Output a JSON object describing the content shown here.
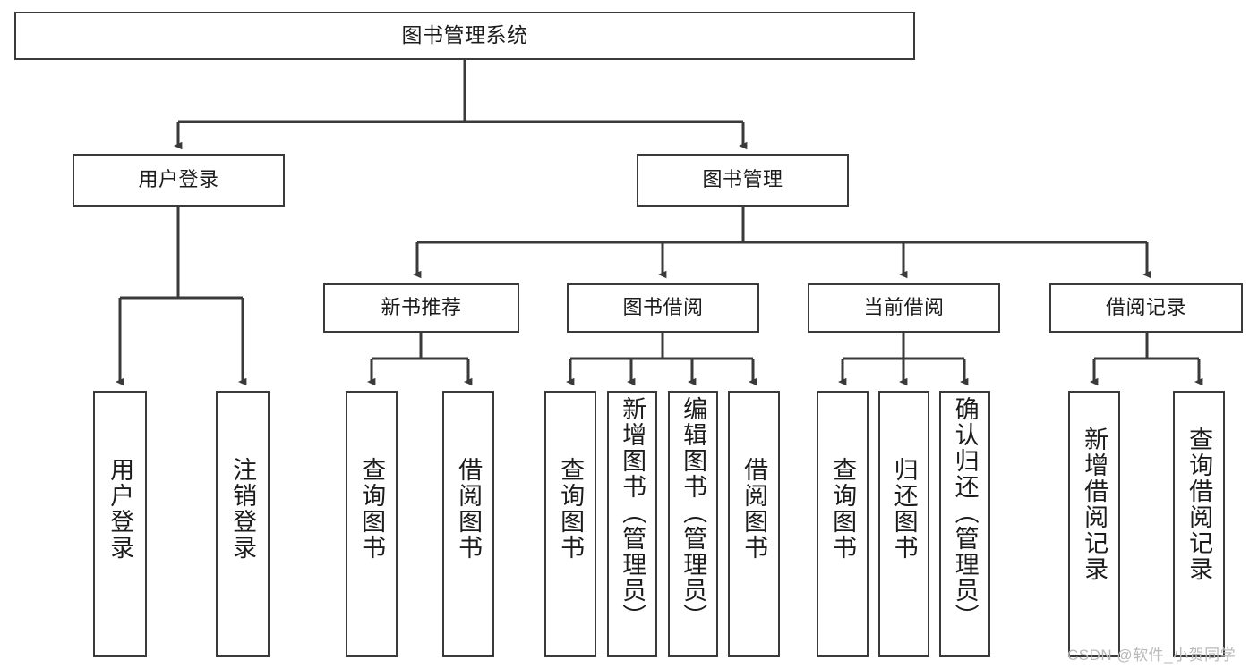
{
  "diagram": {
    "title": "图书管理系统",
    "type": "hierarchy-tree",
    "watermark": "CSDN @软件_小贺同学",
    "colors": {
      "stroke": "#3a3a3a",
      "box_fill": "#ffffff",
      "text": "#1c1c1c",
      "background": "#ffffff",
      "watermark": "#b9b9b9"
    },
    "levels": {
      "root": {
        "label": "图书管理系统"
      },
      "level2": [
        {
          "label": "用户登录"
        },
        {
          "label": "图书管理"
        }
      ],
      "level3": [
        {
          "label": "新书推荐"
        },
        {
          "label": "图书借阅"
        },
        {
          "label": "当前借阅"
        },
        {
          "label": "借阅记录"
        }
      ],
      "leaves": {
        "user_login": [
          {
            "label": "用户登录"
          },
          {
            "label": "注销登录"
          }
        ],
        "new_book": [
          {
            "label": "查询图书"
          },
          {
            "label": "借阅图书"
          }
        ],
        "book_borrow": [
          {
            "label": "查询图书"
          },
          {
            "label": "新增图书（管理员）"
          },
          {
            "label": "编辑图书（管理员）"
          },
          {
            "label": "借阅图书"
          }
        ],
        "current_borrow": [
          {
            "label": "查询图书"
          },
          {
            "label": "归还图书"
          },
          {
            "label": "确认归还（管理员）"
          }
        ],
        "borrow_record": [
          {
            "label": "新增借阅记录"
          },
          {
            "label": "查询借阅记录"
          }
        ]
      }
    }
  }
}
